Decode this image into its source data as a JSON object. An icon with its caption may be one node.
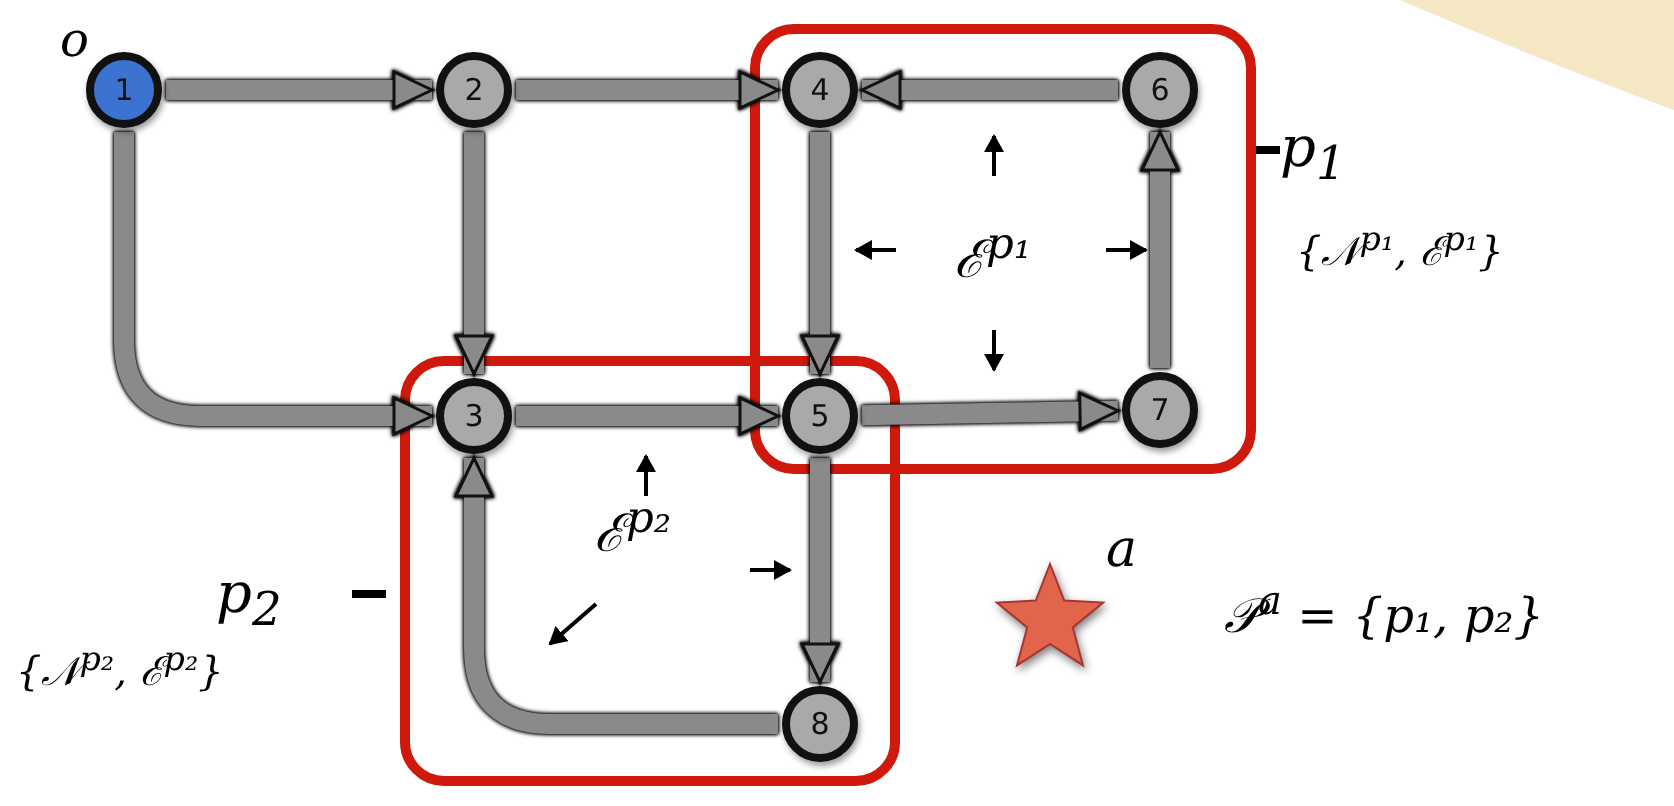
{
  "diagram": {
    "nodes": [
      {
        "text": [
          "1"
        ],
        "beside": [
          "o"
        ]
      },
      {
        "text": [
          "2"
        ]
      },
      {
        "text": [
          "ℰ$^{p₁}$"
        ],
        "beside": [
          "p$_{1}$",
          "{𝒩$^{p₁}$, ℰ$^{p₁}$}"
        ]
      },
      {
        "text": [
          "4"
        ],
        "in": 2
      },
      {
        "text": [
          "6"
        ],
        "in": 2
      },
      {
        "text": [
          "ℰ$^{p₂}$"
        ],
        "beside": [
          "p$_{2}$",
          "{𝒩$^{p₂}$, ℰ$^{p₂}$}"
        ]
      },
      {
        "text": [
          "3"
        ],
        "in": 5
      },
      {
        "text": [
          "5"
        ]
      },
      {
        "text": [
          "7"
        ],
        "in": 2
      },
      {
        "text": [
          "8"
        ],
        "in": 5
      }
    ],
    "edges": [
      {
        "from": 0,
        "to": 1,
        "arrow": "to"
      },
      {
        "from": 1,
        "to": 3,
        "arrow": "to"
      },
      {
        "from": 4,
        "to": 3,
        "arrow": "to"
      },
      {
        "from": 0,
        "to": 6,
        "arrow": "to"
      },
      {
        "from": 1,
        "to": 6,
        "arrow": "to"
      },
      {
        "from": 3,
        "to": 7,
        "arrow": "to"
      },
      {
        "from": 8,
        "to": 4,
        "arrow": "to"
      },
      {
        "from": 6,
        "to": 7,
        "arrow": "to"
      },
      {
        "from": 7,
        "to": 8,
        "arrow": "to"
      },
      {
        "from": 7,
        "to": 9,
        "arrow": "to"
      },
      {
        "from": 9,
        "to": 6,
        "arrow": "to"
      }
    ],
    "labels": [
      "a",
      "𝒫$^{a}$ = {p₁, p₂}"
    ]
  }
}
